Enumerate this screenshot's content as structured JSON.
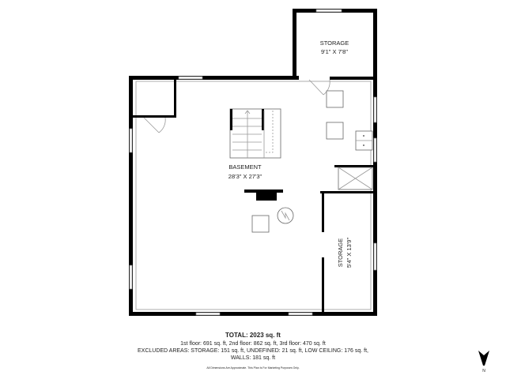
{
  "rooms": {
    "storage_top": {
      "name": "STORAGE",
      "dims": "9'1\" X 7'8\""
    },
    "basement": {
      "name": "BASEMENT",
      "dims": "28'3\" X 27'3\""
    },
    "storage_right": {
      "name": "STORAGE",
      "dims": "5'4\" X 13'9\""
    }
  },
  "summary": {
    "total": "TOTAL: 2023 sq. ft",
    "floors": "1st floor: 691 sq. ft, 2nd floor: 862 sq. ft, 3rd floor: 470 sq. ft",
    "excluded": "EXCLUDED AREAS: STORAGE: 151 sq. ft, UNDEFINED: 21 sq. ft, LOW CEILING: 176 sq. ft,",
    "walls": "WALLS: 181 sq. ft",
    "disclaimer": "All Dimensions Are Approximate. This Plan Is For Marketing Purposes Only."
  },
  "compass": {
    "label": "N",
    "icon": "north-arrow-icon"
  }
}
